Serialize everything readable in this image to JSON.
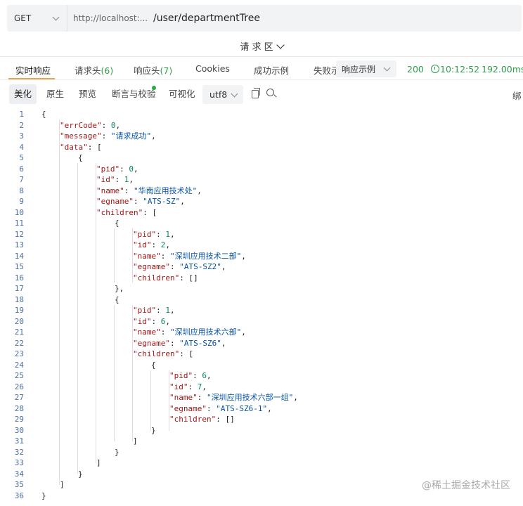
{
  "request": {
    "method": "GET",
    "host": "http://localhost:...",
    "path": "/user/departmentTree",
    "area_label": "请 求 区"
  },
  "response_tabs": [
    {
      "label": "实时响应",
      "count": ""
    },
    {
      "label": "请求头",
      "count": "(6)"
    },
    {
      "label": "响应头",
      "count": "(7)"
    },
    {
      "label": "Cookies",
      "count": ""
    },
    {
      "label": "成功示例",
      "count": ""
    },
    {
      "label": "失败示",
      "count": ""
    }
  ],
  "example_select": "响应示例",
  "status": {
    "code": "200",
    "time": "10:12:52",
    "duration": "192.00ms"
  },
  "view_tabs": [
    "美化",
    "原生",
    "预览",
    "断言与校验",
    "可视化"
  ],
  "encoding": "utf8",
  "wrap_label": "绑",
  "code_lines": [
    "{",
    "    \"errCode\": 0,",
    "    \"message\": \"请求成功\",",
    "    \"data\": [",
    "        {",
    "            \"pid\": 0,",
    "            \"id\": 1,",
    "            \"name\": \"华南应用技术处\",",
    "            \"egname\": \"ATS-SZ\",",
    "            \"children\": [",
    "                {",
    "                    \"pid\": 1,",
    "                    \"id\": 2,",
    "                    \"name\": \"深圳应用技术二部\",",
    "                    \"egname\": \"ATS-SZ2\",",
    "                    \"children\": []",
    "                },",
    "                {",
    "                    \"pid\": 1,",
    "                    \"id\": 6,",
    "                    \"name\": \"深圳应用技术六部\",",
    "                    \"egname\": \"ATS-SZ6\",",
    "                    \"children\": [",
    "                        {",
    "                            \"pid\": 6,",
    "                            \"id\": 7,",
    "                            \"name\": \"深圳应用技术六部一组\",",
    "                            \"egname\": \"ATS-SZ6-1\",",
    "                            \"children\": []",
    "                        }",
    "                    ]",
    "                }",
    "            ]",
    "        }",
    "    ]",
    "}"
  ],
  "watermark": "@稀土掘金技术社区",
  "colors": {
    "accent": "#f0a04b",
    "success": "#2e9e4a",
    "key": "#a31515",
    "string": "#0451a5",
    "number": "#098658",
    "line_number": "#4a6fa5"
  }
}
